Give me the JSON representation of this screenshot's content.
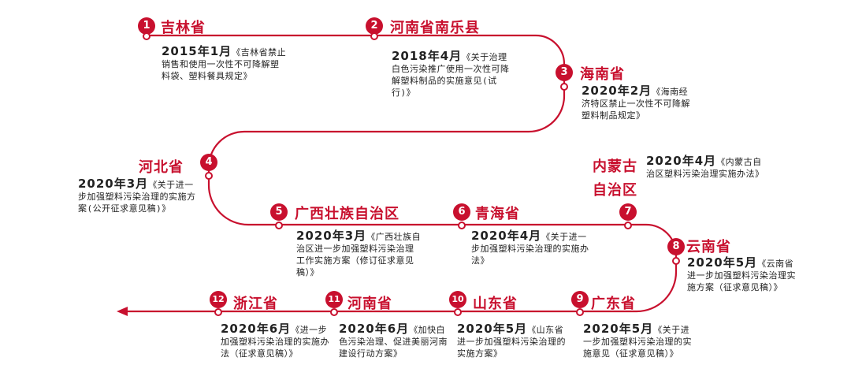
{
  "colors": {
    "accent": "#c8102e",
    "text": "#222222"
  },
  "milestones": [
    {
      "num": "1",
      "province": "吉林省",
      "date": "2015年1月",
      "text": "《吉林省禁止销售和使用一次性不可降解塑料袋、塑料餐具规定》"
    },
    {
      "num": "2",
      "province": "河南省南乐县",
      "date": "2018年4月",
      "text": "《关于治理白色污染推广使用一次性可降解塑料制品的实施意见(试行)》"
    },
    {
      "num": "3",
      "province": "海南省",
      "date": "2020年2月",
      "text": "《海南经济特区禁止一次性不可降解塑料制品规定》"
    },
    {
      "num": "4",
      "province": "河北省",
      "date": "2020年3月",
      "text": "《关于进一步加强塑料污染治理的实施方案(公开征求意见稿)》"
    },
    {
      "num": "5",
      "province": "广西壮族自治区",
      "date": "2020年3月",
      "text": "《广西壮族自治区进一步加强塑料污染治理工作实施方案（修订征求意见稿）》"
    },
    {
      "num": "6",
      "province": "青海省",
      "date": "2020年4月",
      "text": "《关于进一步加强塑料污染治理的实施办法》"
    },
    {
      "num": "7",
      "province": "内蒙古自治区",
      "date": "2020年4月",
      "text": "《内蒙古自治区塑料污染治理实施办法》"
    },
    {
      "num": "8",
      "province": "云南省",
      "date": "2020年5月",
      "text": "《云南省进一步加强塑料污染治理实施方案（征求意见稿）》"
    },
    {
      "num": "9",
      "province": "广东省",
      "date": "2020年5月",
      "text": "《关于进一步加强塑料污染治理的实施意见（征求意见稿）》"
    },
    {
      "num": "11",
      "province": "河南省",
      "date": "2020年6月",
      "text": "《加快白色污染治理、促进美丽河南建设行动方案》"
    },
    {
      "num": "10",
      "province": "山东省",
      "date": "2020年5月",
      "text": "《山东省进一步加强塑料污染治理的实施方案》"
    },
    {
      "num": "12",
      "province": "浙江省",
      "date": "2020年6月",
      "text": "《进一步加强塑料污染治理的实施办法（征求意见稿）》"
    }
  ]
}
